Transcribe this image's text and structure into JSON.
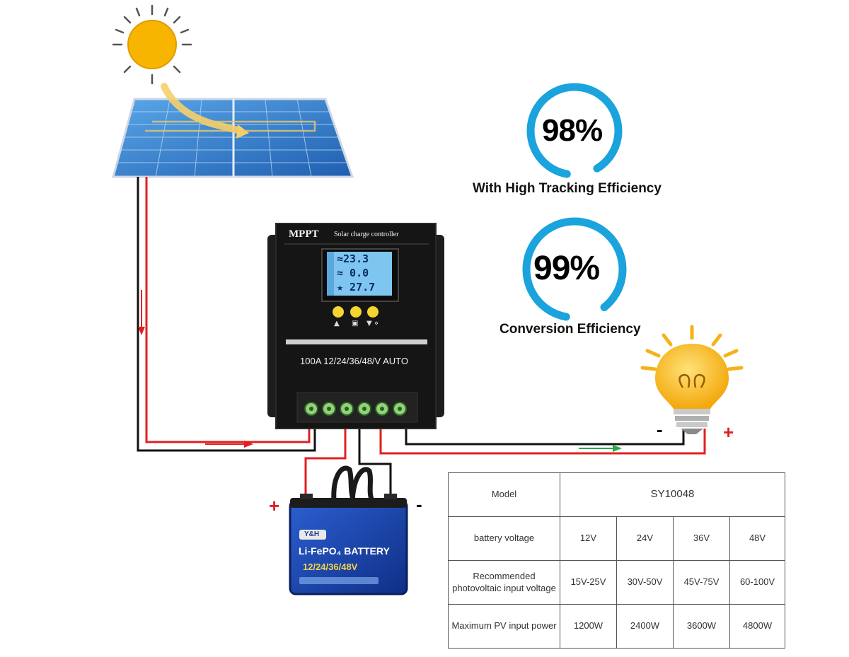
{
  "stats": [
    {
      "value": "98%",
      "caption": "With High Tracking Efficiency"
    },
    {
      "value": "99%",
      "caption": "Conversion Efficiency"
    }
  ],
  "controller": {
    "brand": "MPPT",
    "subtitle": "Solar charge controller",
    "rating": "100A 12/24/36/48/V AUTO",
    "lcd": [
      "≈23.3",
      "≈ 0.0",
      "★ 27.7"
    ],
    "buttons": [
      "▲",
      "▣",
      "▼ ⋄"
    ]
  },
  "battery": {
    "brand": "Y&H",
    "type": "Li-FePO₄ BATTERY",
    "voltage": "12/24/36/48V"
  },
  "polarity": {
    "battery_plus": "+",
    "battery_minus": "-",
    "load_minus": "-",
    "load_plus": "+"
  },
  "colors": {
    "efficiency_ring": "#1aa3dc",
    "wire_positive": "#e02020",
    "wire_negative": "#111111",
    "panel": "#2a78c8",
    "sun": "#f7b500"
  },
  "table": {
    "model_label": "Model",
    "model_value": "SY10048",
    "rows": [
      {
        "label": "battery voltage",
        "values": [
          "12V",
          "24V",
          "36V",
          "48V"
        ]
      },
      {
        "label": "Recommended photovoltaic input voltage",
        "values": [
          "15V-25V",
          "30V-50V",
          "45V-75V",
          "60-100V"
        ]
      },
      {
        "label": "Maximum PV input power",
        "values": [
          "1200W",
          "2400W",
          "3600W",
          "4800W"
        ]
      }
    ]
  }
}
